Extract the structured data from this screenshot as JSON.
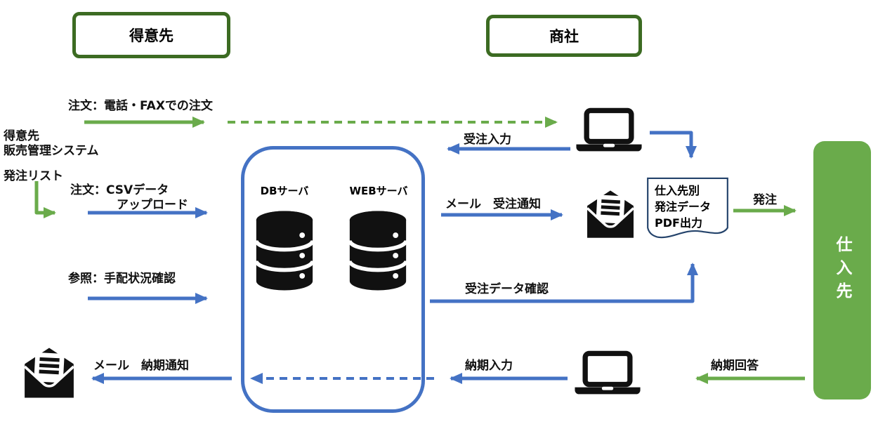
{
  "diagram_type": "system-flow-diagram",
  "boxes": {
    "customer": {
      "label": "得意先"
    },
    "trading_company": {
      "label": "商社"
    },
    "supplier": {
      "label": "仕入先"
    },
    "system": {
      "db_server": "DBサーバ",
      "web_server": "WEBサーバ"
    }
  },
  "doc_output": {
    "line1": "仕入先別",
    "line2": "発注データ",
    "line3": "PDF出力"
  },
  "labels": {
    "order_phone": "注文：電話・FAXでの注文",
    "customer_system_line1": "得意先",
    "customer_system_line2": "販売管理システム",
    "order_list": "発注リスト",
    "order_csv_line1": "注文：CSVデータ",
    "order_csv_line2": "アップロード",
    "reference": "参照：手配状況確認",
    "order_entry": "受注入力",
    "mail_order_notice": "メール　受注通知",
    "order_data_check": "受注データ確認",
    "purchase_order": "発注",
    "delivery_entry": "納期入力",
    "mail_delivery_notice": "メール　納期通知",
    "delivery_answer": "納期回答"
  },
  "icons": {
    "laptop_top": "laptop-icon",
    "laptop_bottom": "laptop-icon",
    "mail_trading": "mail-open-icon",
    "mail_customer": "mail-open-icon",
    "db_server": "database-icon",
    "web_server": "database-icon",
    "pdf_document": "document-wave-icon"
  },
  "colors": {
    "green_fill": "#6aab4b",
    "green_border_dark": "#3c6b22",
    "blue": "#4472c4",
    "doc_border": "#24436b",
    "icon_black": "#111111"
  }
}
